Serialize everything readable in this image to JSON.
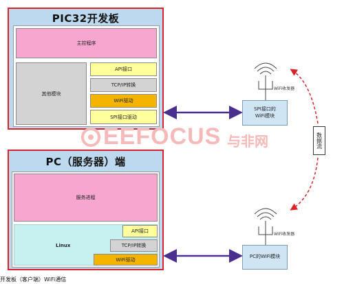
{
  "pic32_board": {
    "title": "PIC32开发板",
    "main_program": "主控程序",
    "other_modules": "其他模块",
    "api_interface": "API接口",
    "tcpip_conversion": "TCP/IP转换",
    "wifi_driver": "WiFi驱动",
    "spi_driver": "SPI接口驱动"
  },
  "pc_server": {
    "title": "PC（服务器）端",
    "service_process": "服务进程",
    "linux": "Linux",
    "api_interface": "API接口",
    "tcpip_conversion": "TCP/IP转换",
    "wifi_driver": "WiFi驱动"
  },
  "wireless": {
    "spi_wifi_module": "SPI接口的\nWiFi模块",
    "pc_wifi_module": "PC的WiFi模块",
    "wifi_transceiver_top": "WiFi收发器",
    "wifi_transceiver_bottom": "WiFi收发器",
    "data_stream": "数据流"
  },
  "watermark": {
    "text": "EEFOCUS",
    "cn": "与非网"
  },
  "caption": "开发板（客户端）WiFi通信"
}
